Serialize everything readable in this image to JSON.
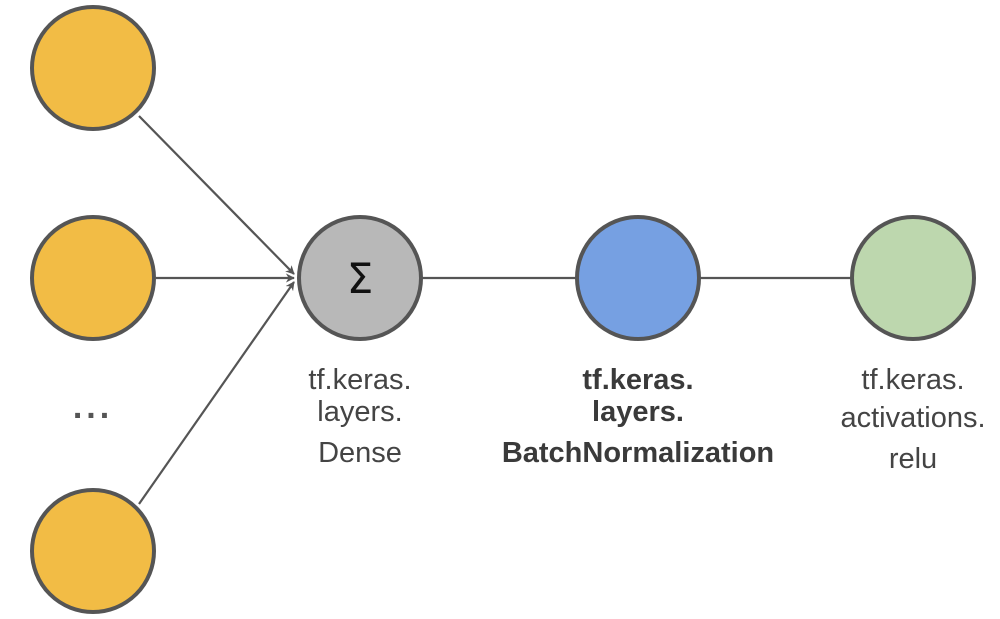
{
  "colors": {
    "input_node": "#F2BC45",
    "sum_node": "#B8B8B8",
    "batchnorm_node": "#76A0E2",
    "activation_node": "#BDD7AE",
    "outline": "#555555",
    "edge": "#555555"
  },
  "inputs": {
    "ellipsis": "..."
  },
  "dense": {
    "symbol": "Σ",
    "label": [
      "tf.keras.",
      "layers.",
      "Dense"
    ]
  },
  "batchnorm": {
    "label": [
      "tf.keras.",
      "layers.",
      "BatchNormalization"
    ]
  },
  "activation": {
    "label": [
      "tf.keras.",
      "activations.",
      "relu"
    ]
  }
}
